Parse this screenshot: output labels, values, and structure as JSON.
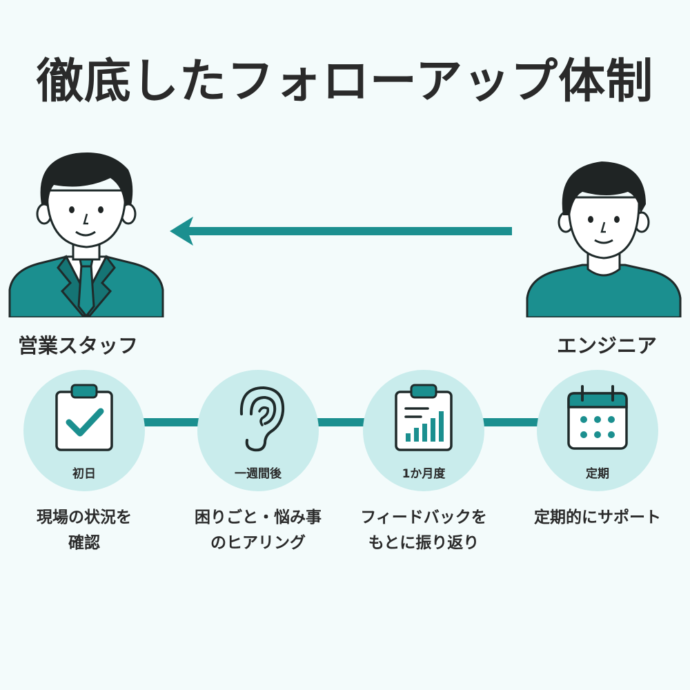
{
  "title": "徹底したフォローアップ体制",
  "roles": {
    "sales": "営業スタッフ",
    "engineer": "エンジニア"
  },
  "steps": [
    {
      "label": "初日",
      "lines": [
        "現場の状況を",
        "確認"
      ],
      "icon": "clipboard-check-icon"
    },
    {
      "label": "一週間後",
      "lines": [
        "困りごと・悩み事",
        "のヒアリング"
      ],
      "icon": "ear-icon"
    },
    {
      "label": "1か月度",
      "lines": [
        "フィードバックを",
        "もとに振り返り"
      ],
      "icon": "clipboard-chart-icon"
    },
    {
      "label": "定期",
      "lines": [
        "定期的にサポート"
      ],
      "icon": "calendar-icon"
    }
  ],
  "colors": {
    "accent": "#1b8f8f",
    "circle": "#c9ecec",
    "background": "#f3fbfb",
    "text": "#2a2a2a"
  }
}
